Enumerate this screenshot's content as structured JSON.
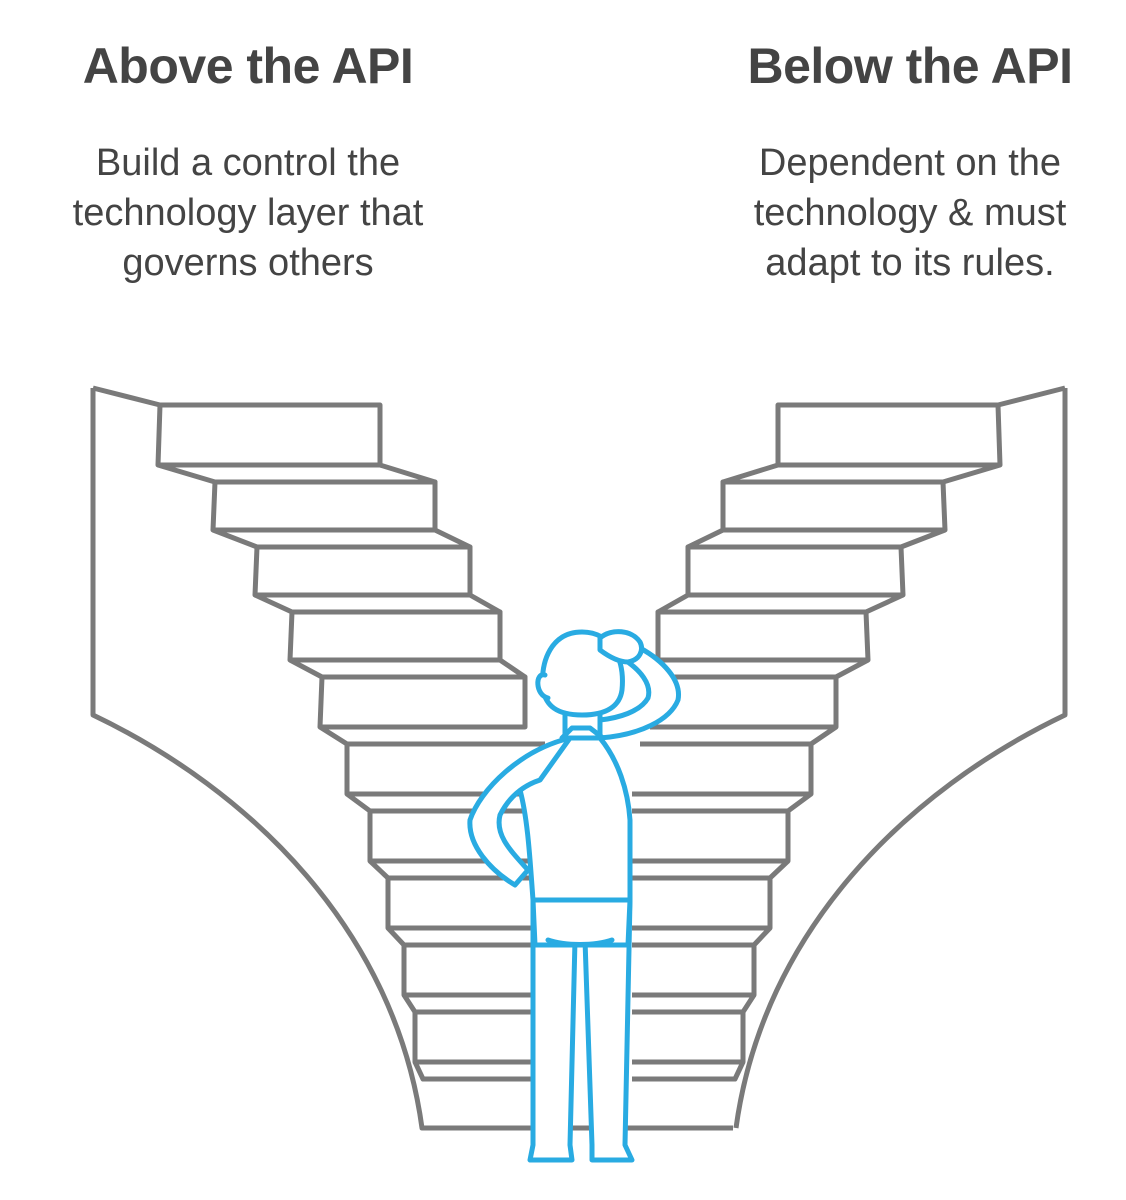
{
  "left": {
    "title": "Above the API",
    "description_lines": [
      "Build a control the",
      "technology layer that",
      "governs others"
    ]
  },
  "right": {
    "title": "Below the API",
    "description_lines": [
      "Dependent on the",
      "technology & must",
      "adapt to its rules."
    ]
  },
  "colors": {
    "text": "#444444",
    "stairs": "#7a7a7a",
    "person": "#29abe2"
  },
  "illustration": {
    "left_staircase_icon": "staircase-up-icon",
    "right_staircase_icon": "staircase-up-icon",
    "person_icon": "thinking-person-icon"
  }
}
